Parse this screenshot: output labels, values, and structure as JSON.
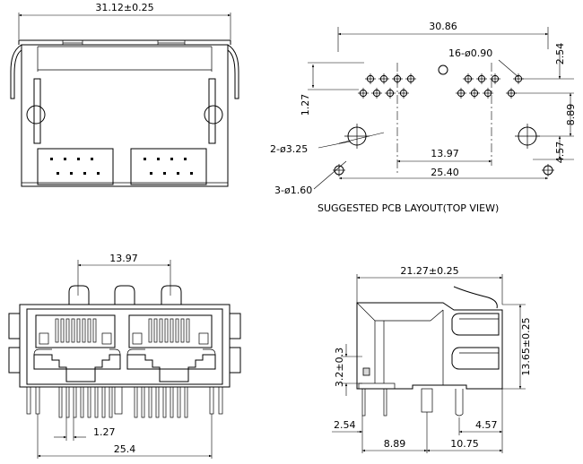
{
  "front_view": {
    "overall_width": "31.12±0.25"
  },
  "pcb_layout": {
    "overall_width": "30.86",
    "pin_callout": "16-ø0.90",
    "pin_pitch": "1.27",
    "row_offset": "2.54",
    "pin_to_post": "8.89",
    "post_offset": "4.57",
    "post_spacing": "13.97",
    "peg_spacing": "25.40",
    "mount_hole_callout": "2-ø3.25",
    "peg_callout": "3-ø1.60",
    "caption": "SUGGESTED PCB LAYOUT(TOP VIEW)"
  },
  "bottom_view": {
    "port_spacing": "13.97",
    "pin_pitch": "1.27",
    "peg_spacing": "25.4"
  },
  "side_view": {
    "depth": "21.27±0.25",
    "height": "13.65±0.25",
    "led_height": "3.2±0.3",
    "front_pin_offset": "2.54",
    "pin_row_spacing": "8.89",
    "rear_offset": "4.57",
    "rear_span": "10.75"
  }
}
